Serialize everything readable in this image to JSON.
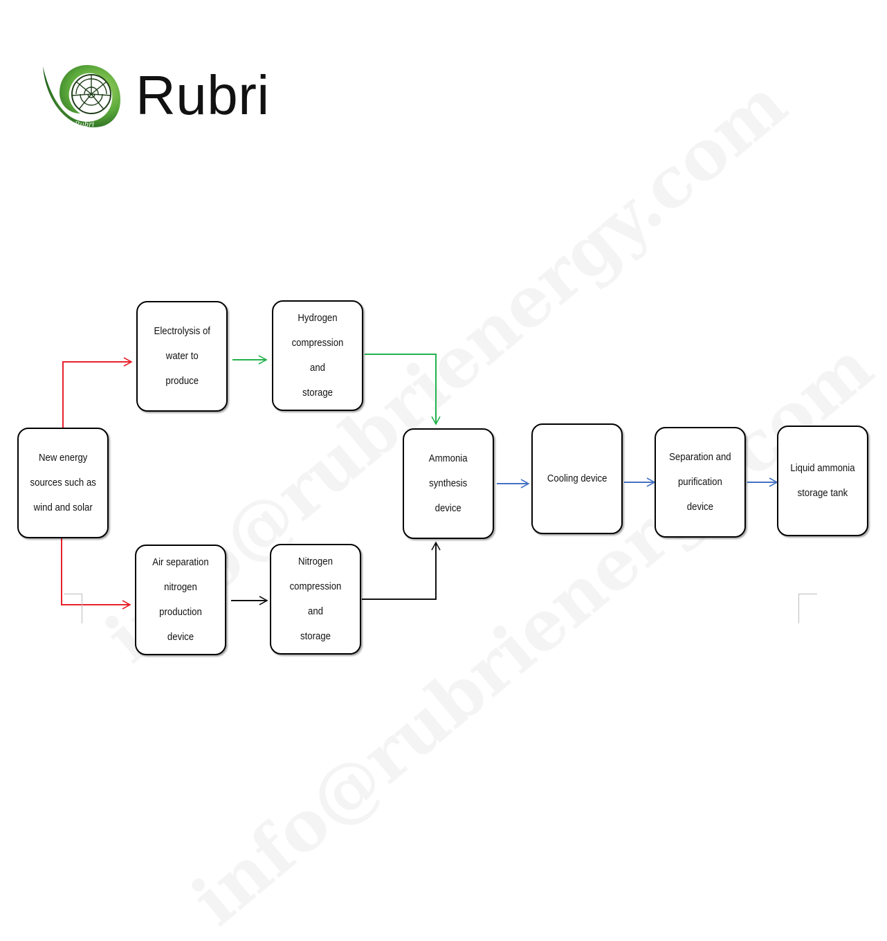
{
  "brand": {
    "name": "Rubri",
    "emblem_text": "Rubri",
    "colors": {
      "green_dark": "#1f5e1c",
      "green_light": "#8dc63f"
    }
  },
  "watermark": {
    "text": "info@rubrienergy.com"
  },
  "diagram": {
    "nodes": {
      "new_energy": {
        "label": "New energy\nsources such as\nwind and solar"
      },
      "electrolysis": {
        "label": "Electrolysis of\nwater to\nproduce"
      },
      "hydrogen_storage": {
        "label": "Hydrogen\ncompression and\nstorage"
      },
      "air_separation": {
        "label": "Air separation\nnitrogen\nproduction device"
      },
      "nitrogen_storage": {
        "label": "Nitrogen\ncompression and\nstorage"
      },
      "ammonia_synthesis": {
        "label": "Ammonia\nsynthesis\ndevice"
      },
      "cooling": {
        "label": "Cooling device"
      },
      "separation": {
        "label": "Separation and\npurification\ndevice"
      },
      "liquid_ammonia": {
        "label": "Liquid   ammonia\nstorage tank"
      }
    },
    "edge_colors": {
      "red": "#e8202a",
      "green": "#22b14c",
      "black": "#111111",
      "blue": "#4472c4"
    }
  }
}
